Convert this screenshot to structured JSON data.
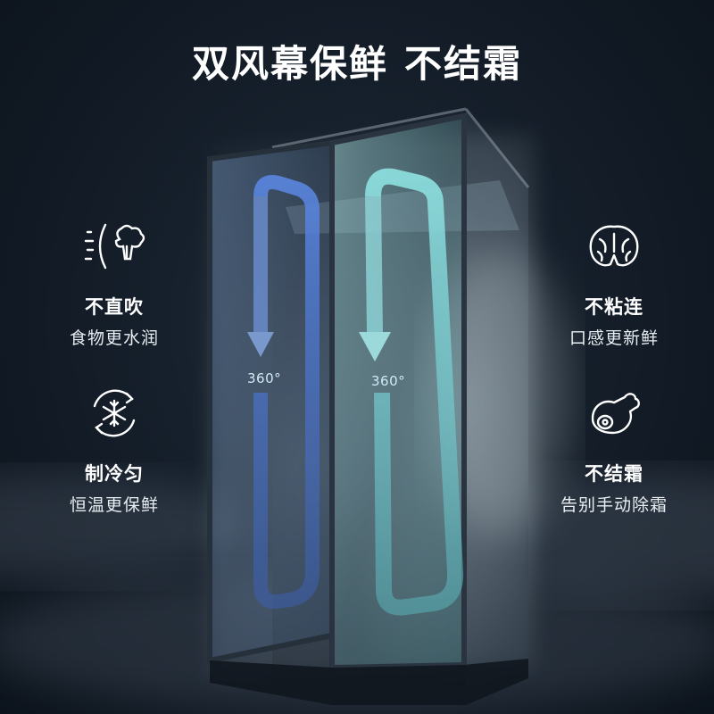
{
  "title": {
    "part1": "双风幕保鲜",
    "part2": "不结霜"
  },
  "features": {
    "left_top": {
      "line1": "不直吹",
      "line2": "食物更水润",
      "icon": "broccoli-airflow-icon"
    },
    "left_bottom": {
      "line1": "制冷匀",
      "line2": "恒温更保鲜",
      "icon": "snowflake-cycle-icon"
    },
    "right_top": {
      "line1": "不粘连",
      "line2": "口感更新鲜",
      "icon": "fish-steak-icon"
    },
    "right_bottom": {
      "line1": "不结霜",
      "line2": "告别手动除霜",
      "icon": "meat-drumstick-icon"
    }
  },
  "fridge": {
    "left_angle": "360°",
    "right_angle": "360°"
  },
  "colors": {
    "background": "#131c27",
    "left_airflow": "#4f7fd6",
    "right_airflow": "#7fd4d8",
    "text": "#ffffff"
  }
}
